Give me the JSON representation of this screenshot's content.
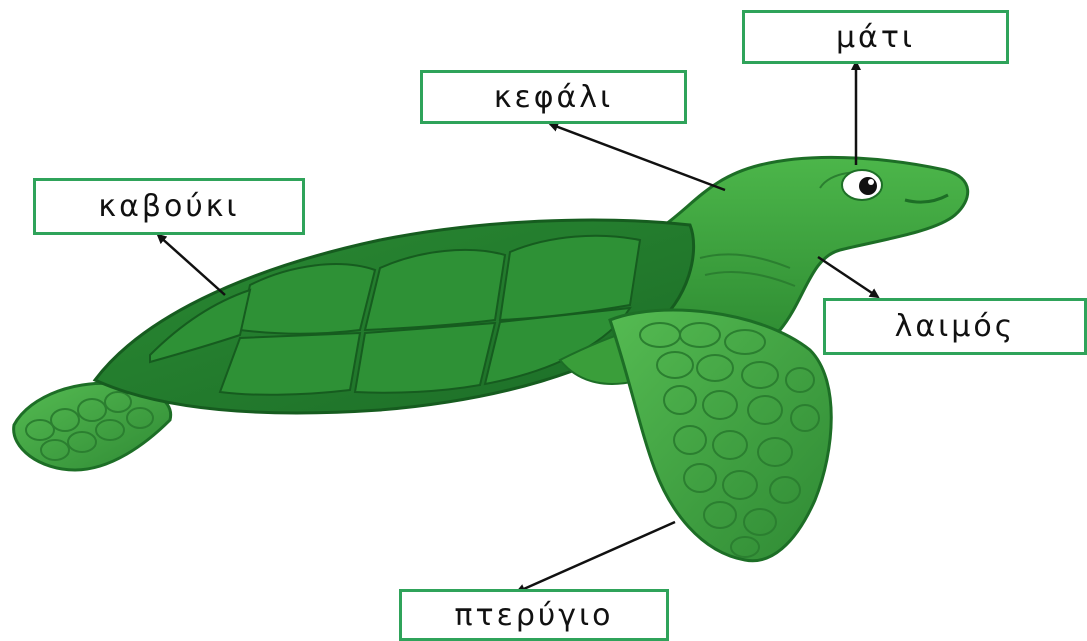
{
  "labels": {
    "mati": "μάτι",
    "kefali": "κεφάλι",
    "kavouki": "καβούκι",
    "laimos": "λαιμός",
    "pterygio": "πτερύγιο"
  },
  "colors": {
    "label_border": "#2fa35a",
    "shell_dark": "#1f7a2e",
    "shell_plate": "#2e8f36",
    "body": "#3a9e3a",
    "flipper": "#43a843",
    "outline": "#165c1f",
    "arrow": "#111111"
  }
}
